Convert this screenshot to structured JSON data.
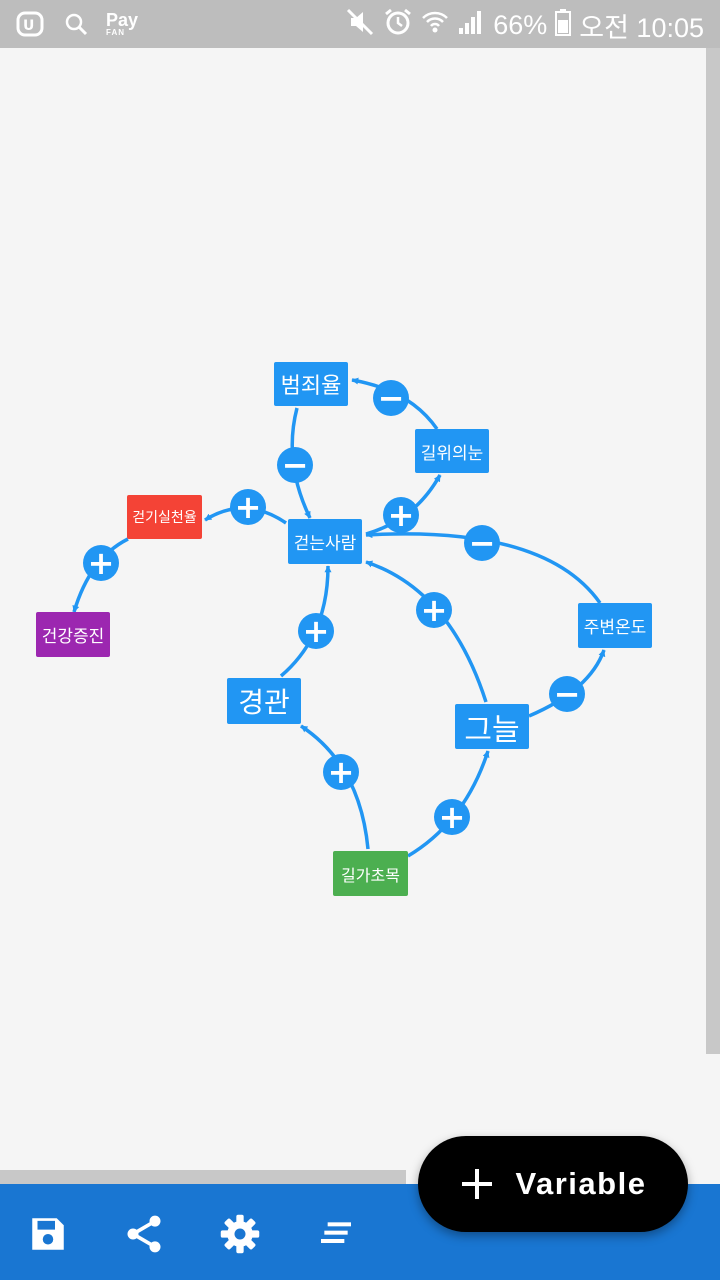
{
  "status_bar": {
    "pay_label": "Pay",
    "pay_sub": "FAN",
    "battery": "66%",
    "time": "오전 10:05"
  },
  "colors": {
    "link": "#2196f3",
    "node_default": "#2196f3",
    "node_red": "#f44336",
    "node_purple": "#9c27b0",
    "node_green": "#4caf50",
    "bottom_bar": "#1976d2",
    "fab": "#000000"
  },
  "diagram": {
    "nodes": [
      {
        "id": "crime",
        "label": "범죄율"
      },
      {
        "id": "eyes",
        "label": "길위의눈"
      },
      {
        "id": "walking",
        "label": "걷기실천율"
      },
      {
        "id": "walkers",
        "label": "걷는사람"
      },
      {
        "id": "health",
        "label": "건강증진"
      },
      {
        "id": "temperature",
        "label": "주변온도"
      },
      {
        "id": "scenery",
        "label": "경관"
      },
      {
        "id": "shade",
        "label": "그늘"
      },
      {
        "id": "trees",
        "label": "길가초목"
      }
    ],
    "links": [
      {
        "from": "eyes",
        "to": "crime",
        "polarity": "−"
      },
      {
        "from": "crime",
        "to": "walkers",
        "polarity": "−"
      },
      {
        "from": "walkers",
        "to": "eyes",
        "polarity": "+"
      },
      {
        "from": "walkers",
        "to": "walking",
        "polarity": "+"
      },
      {
        "from": "walking",
        "to": "health",
        "polarity": "+"
      },
      {
        "from": "temperature",
        "to": "walkers",
        "polarity": "−"
      },
      {
        "from": "scenery",
        "to": "walkers",
        "polarity": "+"
      },
      {
        "from": "shade",
        "to": "walkers",
        "polarity": "+"
      },
      {
        "from": "shade",
        "to": "temperature",
        "polarity": "−"
      },
      {
        "from": "trees",
        "to": "scenery",
        "polarity": "+"
      },
      {
        "from": "trees",
        "to": "shade",
        "polarity": "+"
      }
    ]
  },
  "fab": {
    "label": "Variable"
  },
  "toolbar": {
    "icons": [
      "save-icon",
      "share-icon",
      "settings-icon",
      "sort-icon"
    ]
  }
}
